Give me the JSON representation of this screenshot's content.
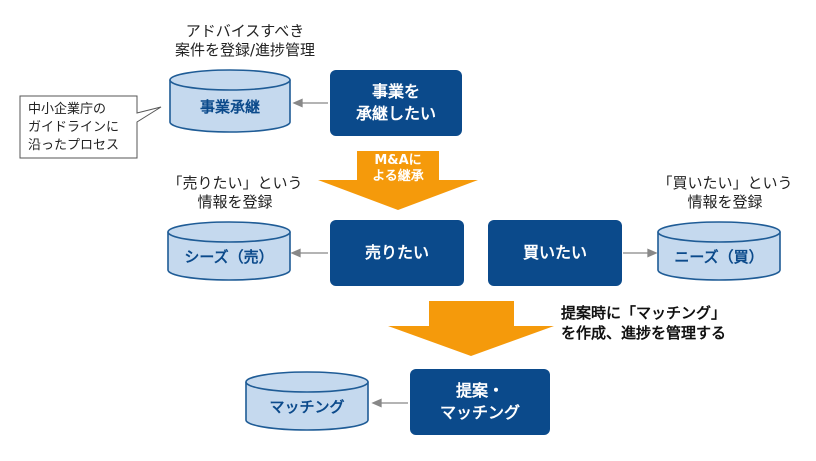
{
  "labels": {
    "advise_line1": "アドバイスすべき",
    "advise_line2": "案件を登録/進捗管理",
    "sell_info_line1": "「売りたい」という",
    "sell_info_line2": "情報を登録",
    "buy_info_line1": "「買いたい」という",
    "buy_info_line2": "情報を登録",
    "proposal_note": "提案時に「マッチング」\nを作成、進捗を管理する"
  },
  "note": {
    "text": "中小企業庁の\nガイドラインに\n沿ったプロセス"
  },
  "boxes": {
    "succession": "事業を\n承継したい",
    "sell": "売りたい",
    "buy": "買いたい",
    "proposal": "提案・\nマッチング"
  },
  "databases": {
    "succession": "事業承継",
    "needs_sell": "シーズ（売）",
    "needs_buy": "ニーズ（買）",
    "matching": "マッチング"
  },
  "arrows": {
    "ma_label": "M&Aに\nよる継承"
  },
  "colors": {
    "box": "#0b4a8b",
    "db_fill": "#c5d9ee",
    "db_stroke": "#1f5c96",
    "arrow": "#f59a0b"
  }
}
